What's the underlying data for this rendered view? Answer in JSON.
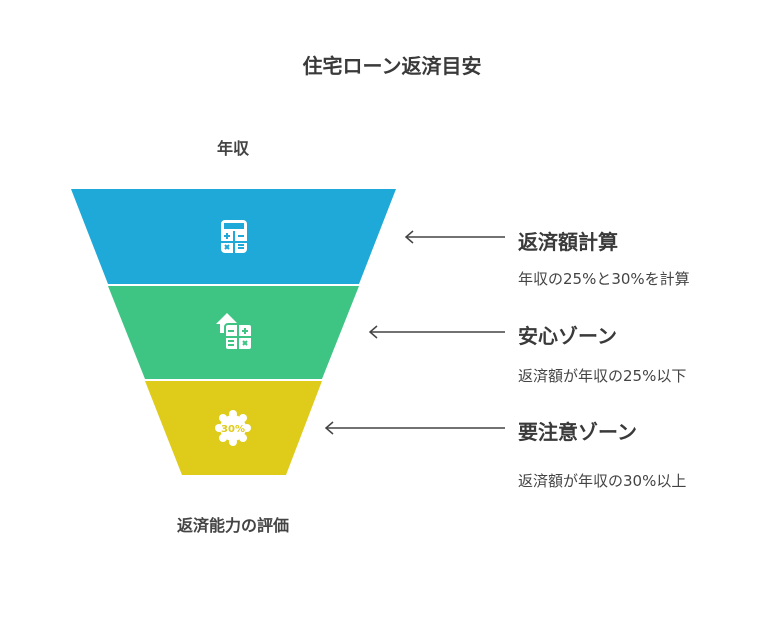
{
  "title": "住宅ローン返済目安",
  "top_label": "年収",
  "bottom_label": "返済能力の評価",
  "stages": [
    {
      "heading": "返済額計算",
      "description": "年収の25%と30%を計算",
      "icon": "calculator-icon",
      "color": "#1EA9D8"
    },
    {
      "heading": "安心ゾーン",
      "description": "返済額が年収の25%以下",
      "icon": "house-calculator-icon",
      "color": "#3EC584"
    },
    {
      "heading": "要注意ゾーン",
      "description": "返済額が年収の30%以上",
      "icon": "percent-badge-icon",
      "color": "#DFCB1A",
      "badge_text": "30%"
    }
  ]
}
